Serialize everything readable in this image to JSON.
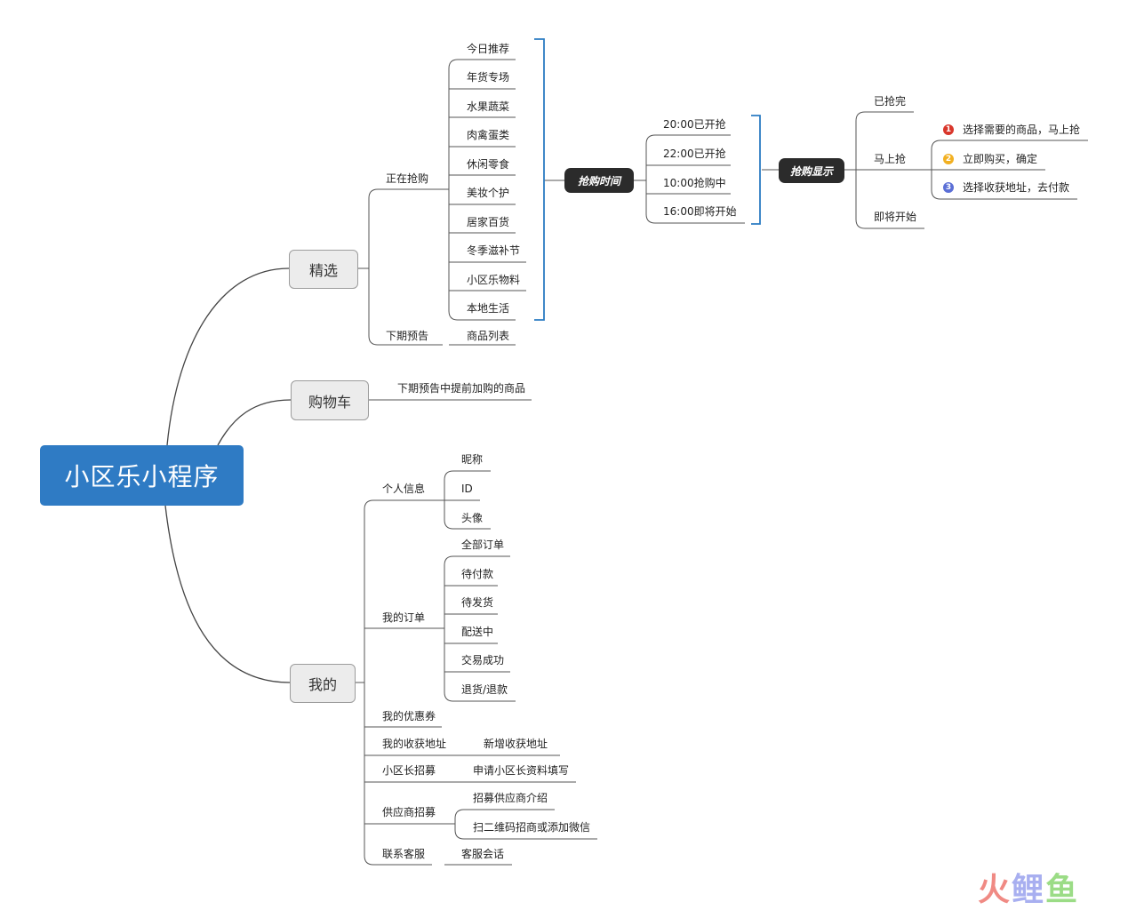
{
  "root": "小区乐小程序",
  "branches": {
    "jingxuan": {
      "label": "精选",
      "zhengzai": {
        "label": "正在抢购",
        "items": [
          "今日推荐",
          "年货专场",
          "水果蔬菜",
          "肉禽蛋类",
          "休闲零食",
          "美妆个护",
          "居家百货",
          "冬季滋补节",
          "小区乐物料",
          "本地生活"
        ]
      },
      "xiaqi": {
        "label": "下期预告",
        "child": "商品列表"
      }
    },
    "cart": {
      "label": "购物车",
      "child": "下期预告中提前加购的商品"
    },
    "mine": {
      "label": "我的",
      "profile": {
        "label": "个人信息",
        "items": [
          "昵称",
          "ID",
          "头像"
        ]
      },
      "orders": {
        "label": "我的订单",
        "items": [
          "全部订单",
          "待付款",
          "待发货",
          "配送中",
          "交易成功",
          "退货/退款"
        ]
      },
      "coupon": "我的优惠券",
      "address": {
        "label": "我的收获地址",
        "child": "新增收获地址"
      },
      "leader": {
        "label": "小区长招募",
        "child": "申请小区长资料填写"
      },
      "supplier": {
        "label": "供应商招募",
        "items": [
          "招募供应商介绍",
          "扫二维码招商或添加微信"
        ]
      },
      "service": {
        "label": "联系客服",
        "child": "客服会话"
      }
    }
  },
  "flash_time": {
    "label": "抢购时间",
    "items": [
      "20:00已开抢",
      "22:00已开抢",
      "10:00抢购中",
      "16:00即将开始"
    ]
  },
  "flash_display": {
    "label": "抢购显示",
    "items": [
      "已抢完",
      "马上抢",
      "即将开始"
    ],
    "steps": [
      {
        "num": "1",
        "text": "选择需要的商品，马上抢",
        "color": "#d9362b"
      },
      {
        "num": "2",
        "text": "立即购买，确定",
        "color": "#f2b021"
      },
      {
        "num": "3",
        "text": "选择收获地址，去付款",
        "color": "#5b6fd6"
      }
    ]
  },
  "watermark": {
    "chars": [
      "火",
      "鲤",
      "鱼"
    ],
    "colors": [
      "#f08a84",
      "#a8aff0",
      "#9bdc86"
    ]
  },
  "colors": {
    "root": "#2f7bc4",
    "bracket": "#2b7cc3"
  }
}
